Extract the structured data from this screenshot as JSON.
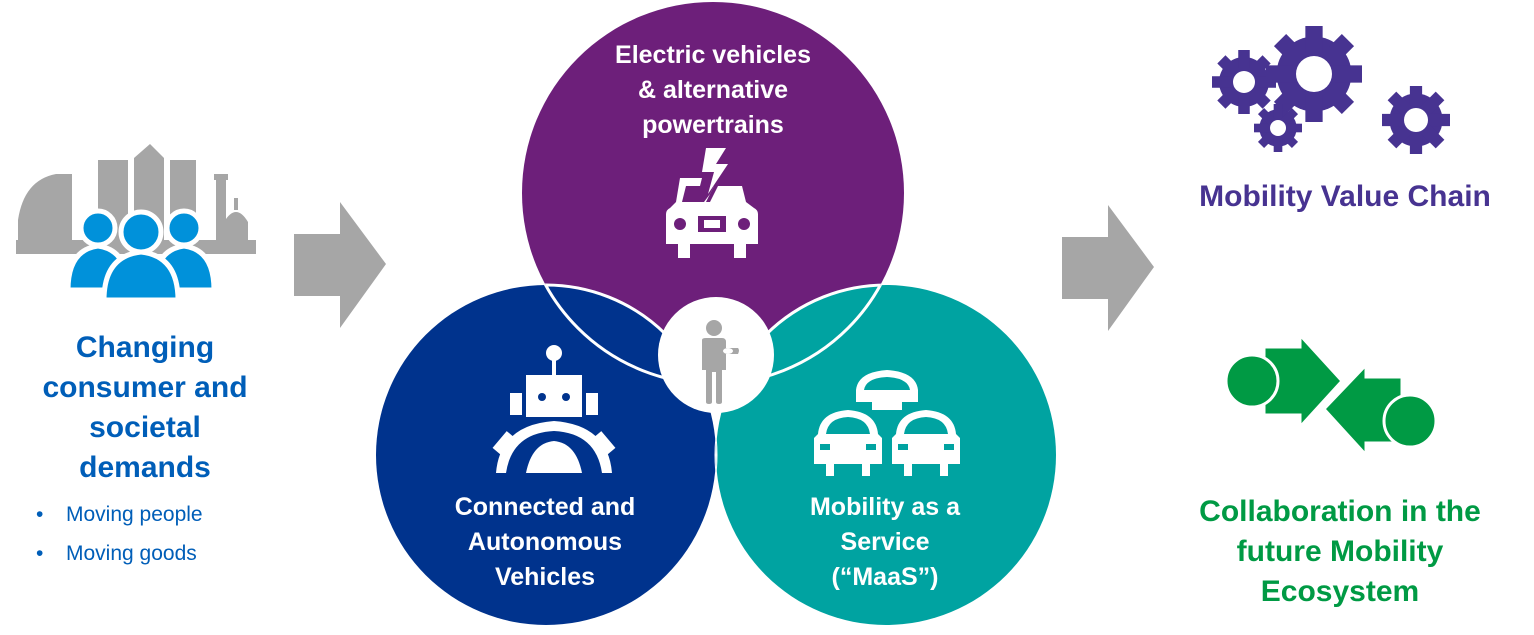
{
  "left_panel": {
    "title": "Changing consumer and societal demands",
    "title_lines": [
      "Changing",
      "consumer and",
      "societal",
      "demands"
    ],
    "bullets": [
      "Moving people",
      "Moving goods"
    ],
    "bullet_glyph": "•",
    "icon": "people-with-city-skyline-icon"
  },
  "arrows": {
    "left_arrow": "right-arrow-icon",
    "right_arrow": "right-arrow-icon",
    "color": "#a6a6a6"
  },
  "venn": {
    "top": {
      "label_lines": [
        "Electric vehicles",
        "& alternative",
        "powertrains"
      ],
      "icon": "electric-car-icon",
      "color": "#6d1f7a"
    },
    "left": {
      "label_lines": [
        "Connected and",
        "Autonomous",
        "Vehicles"
      ],
      "icon": "robot-driver-icon",
      "color": "#00338d"
    },
    "right": {
      "label_lines": [
        "Mobility as a",
        "Service",
        "(“MaaS”)"
      ],
      "icon": "shared-cars-icon",
      "color": "#00a3a1"
    },
    "center": {
      "icon": "person-with-smartwatch-icon",
      "color": "#a6a6a6"
    }
  },
  "right_panel": {
    "value_chain": {
      "title": "Mobility Value Chain",
      "icon": "gears-icon",
      "color": "#473391"
    },
    "collaboration": {
      "title_lines": [
        "Collaboration  in the",
        "future Mobility",
        "Ecosystem"
      ],
      "icon": "collaboration-arrows-icon",
      "color": "#009a44"
    }
  }
}
